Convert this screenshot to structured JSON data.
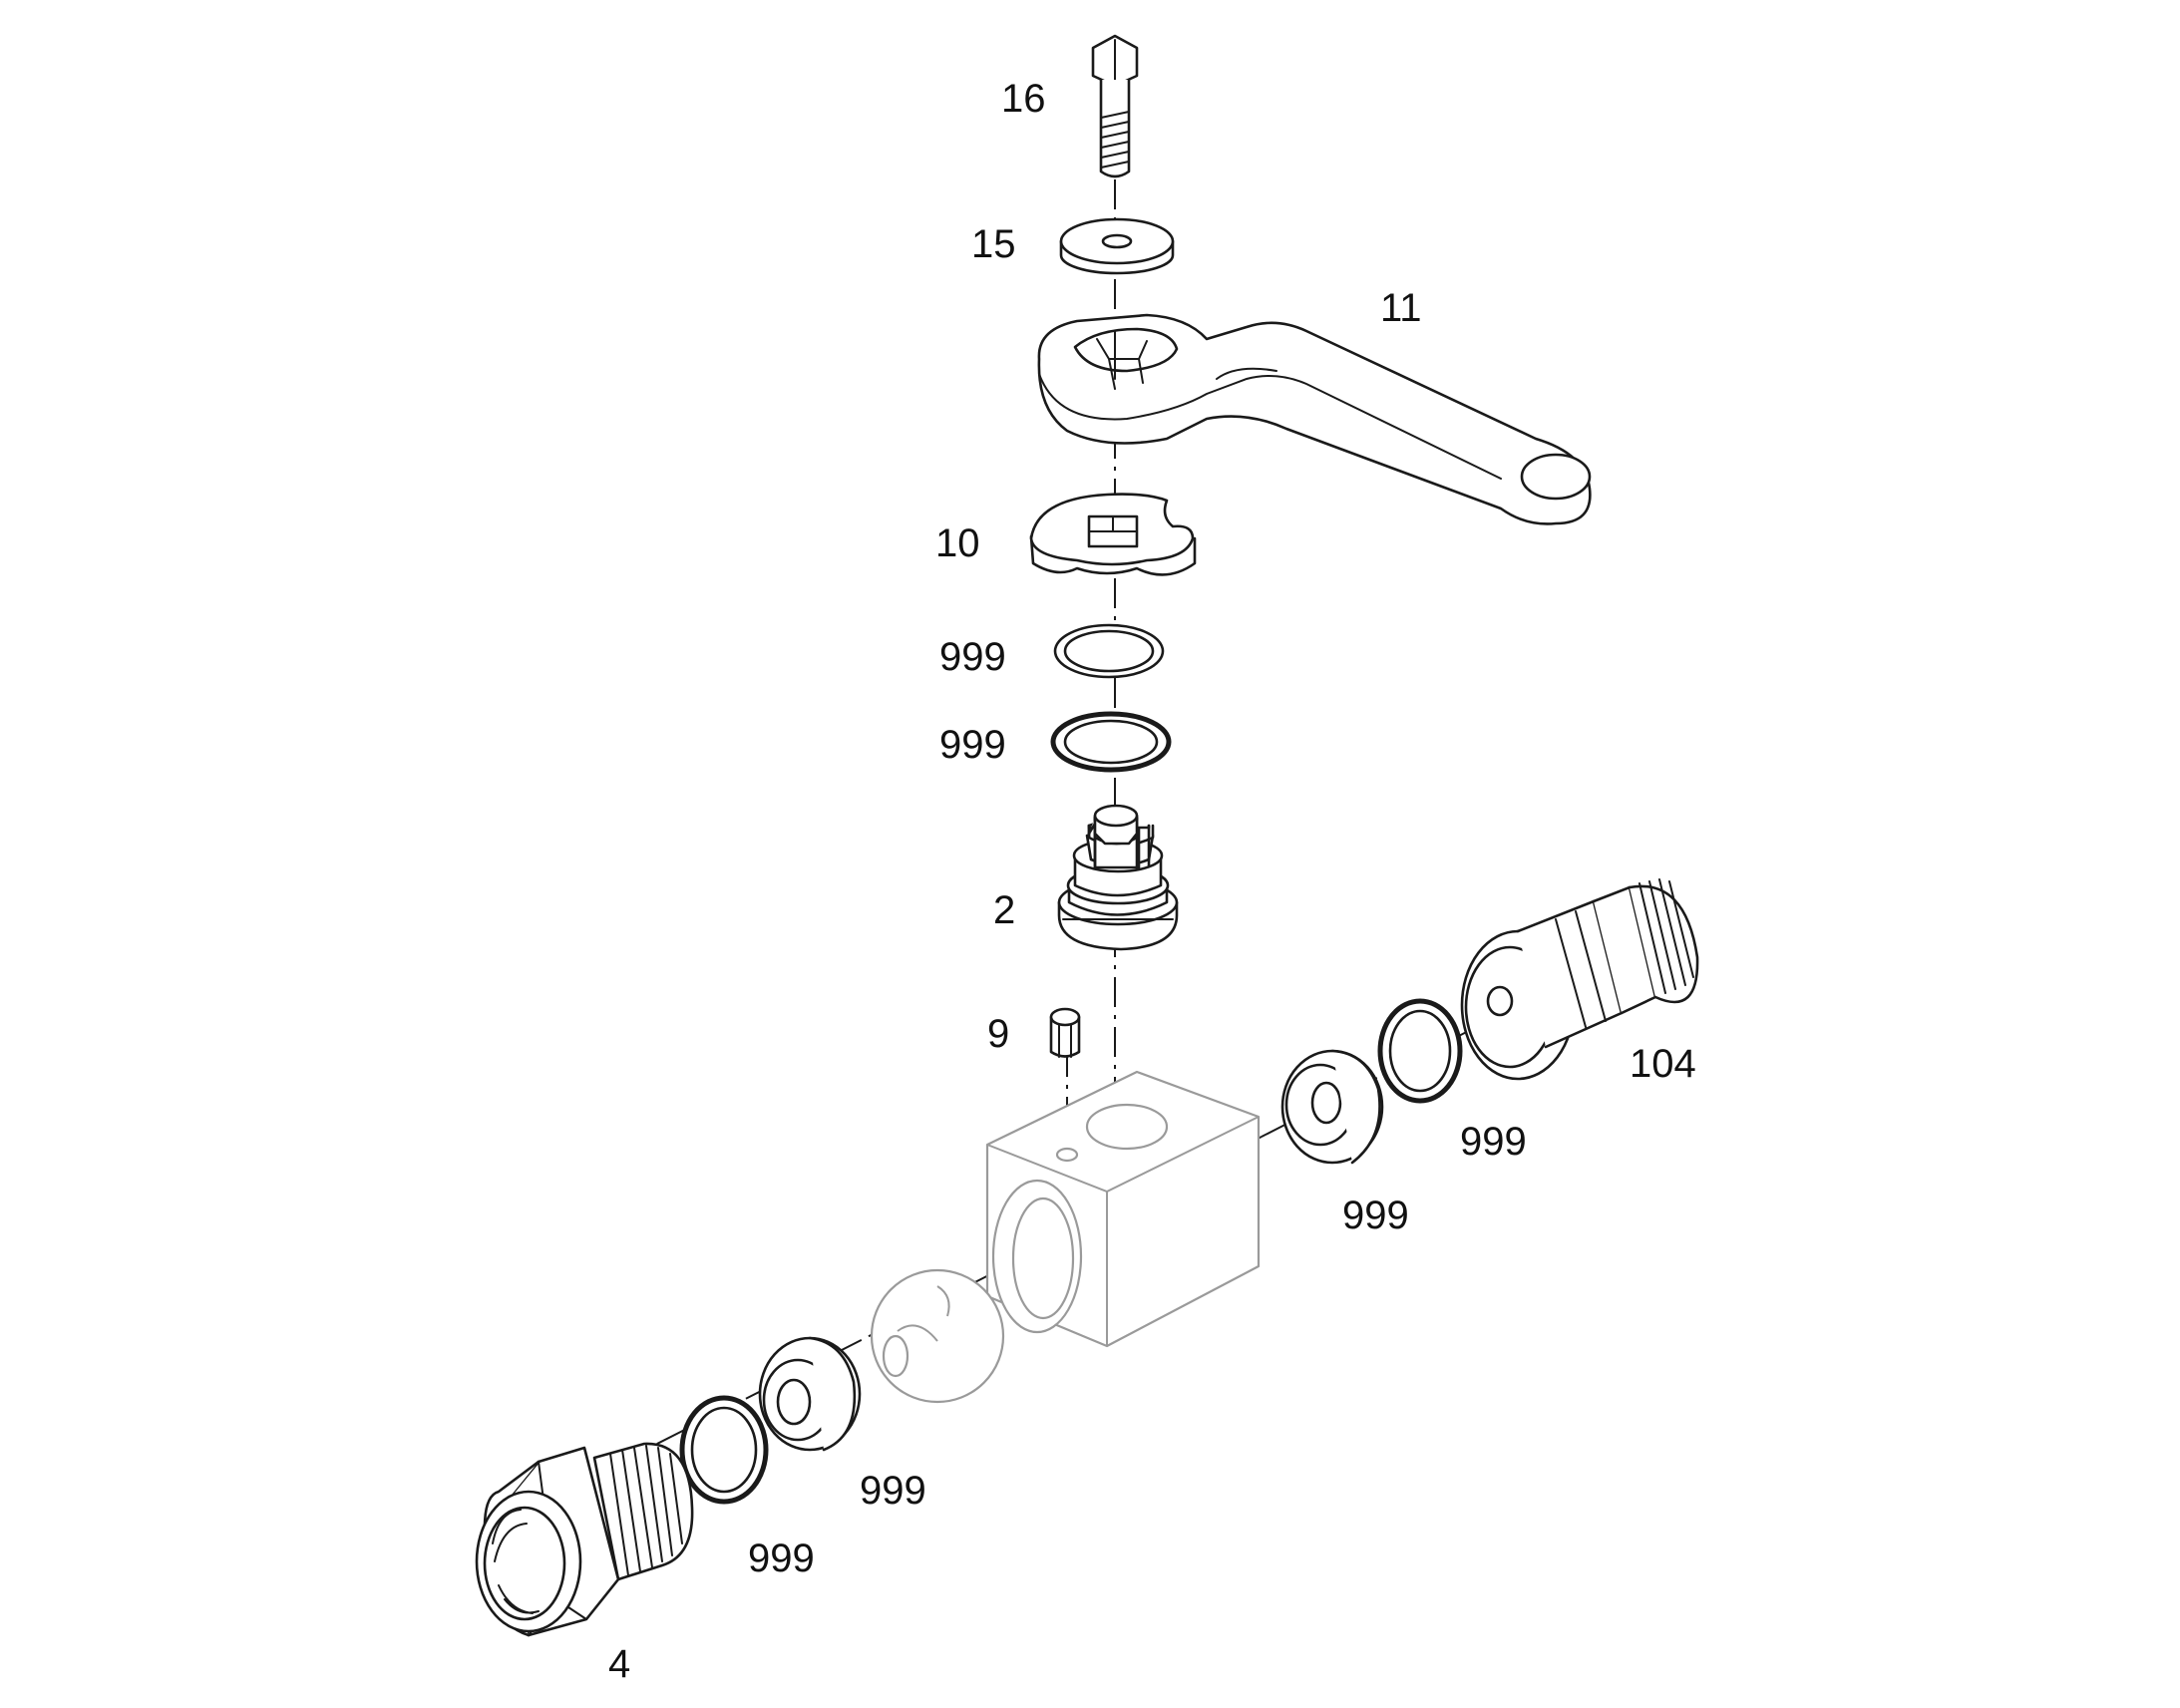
{
  "callouts": {
    "c16": "16",
    "c15": "15",
    "c11": "11",
    "c10": "10",
    "c999a": "999",
    "c999b": "999",
    "c2": "2",
    "c9": "9",
    "c104": "104",
    "c999c": "999",
    "c999d": "999",
    "c999e": "999",
    "c999f": "999",
    "c4": "4"
  },
  "colors": {
    "line": "#1a1a1a",
    "faint": "#9a9a9a",
    "background": "#ffffff"
  }
}
